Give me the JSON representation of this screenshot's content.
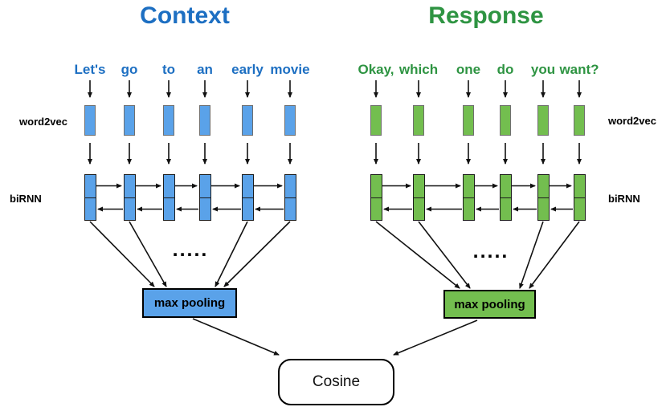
{
  "titles": {
    "context": "Context",
    "response": "Response"
  },
  "context": {
    "words": [
      "Let's",
      "go",
      "to",
      "an",
      "early",
      "movie"
    ],
    "ellipsis": "....."
  },
  "response": {
    "words": [
      "Okay,",
      "which",
      "one",
      "do",
      "you",
      "want?"
    ],
    "ellipsis": "....."
  },
  "labels": {
    "word2vec_left": "word2vec",
    "word2vec_right": "word2vec",
    "birnn_left": "biRNN",
    "birnn_right": "biRNN",
    "max_pooling": "max pooling",
    "cosine": "Cosine"
  },
  "colors": {
    "context_accent": "#1D6FC2",
    "context_fill": "#5AA2E9",
    "response_accent": "#2E9442",
    "response_fill": "#73BE4F",
    "wire": "#111111"
  }
}
